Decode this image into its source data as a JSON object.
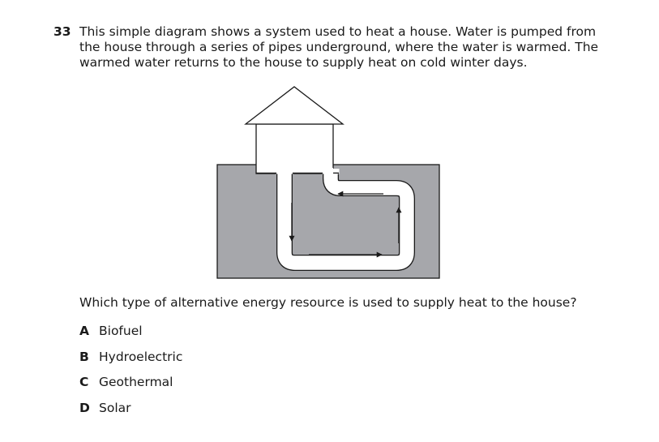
{
  "question": {
    "number": "33",
    "stem": "This simple diagram shows a system used to heat a house. Water is pumped from the house through a series of pipes underground, where the water is warmed. The warmed water returns to the house to supply heat on cold winter days.",
    "prompt": "Which type of alternative energy resource is used to supply heat to the house?"
  },
  "options": [
    {
      "letter": "A",
      "text": "Biofuel"
    },
    {
      "letter": "B",
      "text": "Hydroelectric"
    },
    {
      "letter": "C",
      "text": "Geothermal"
    },
    {
      "letter": "D",
      "text": "Solar"
    }
  ],
  "diagram": {
    "ground_color": "#a6a7ab",
    "line_color": "#1a1a1a",
    "pipe_color": "#ffffff"
  }
}
